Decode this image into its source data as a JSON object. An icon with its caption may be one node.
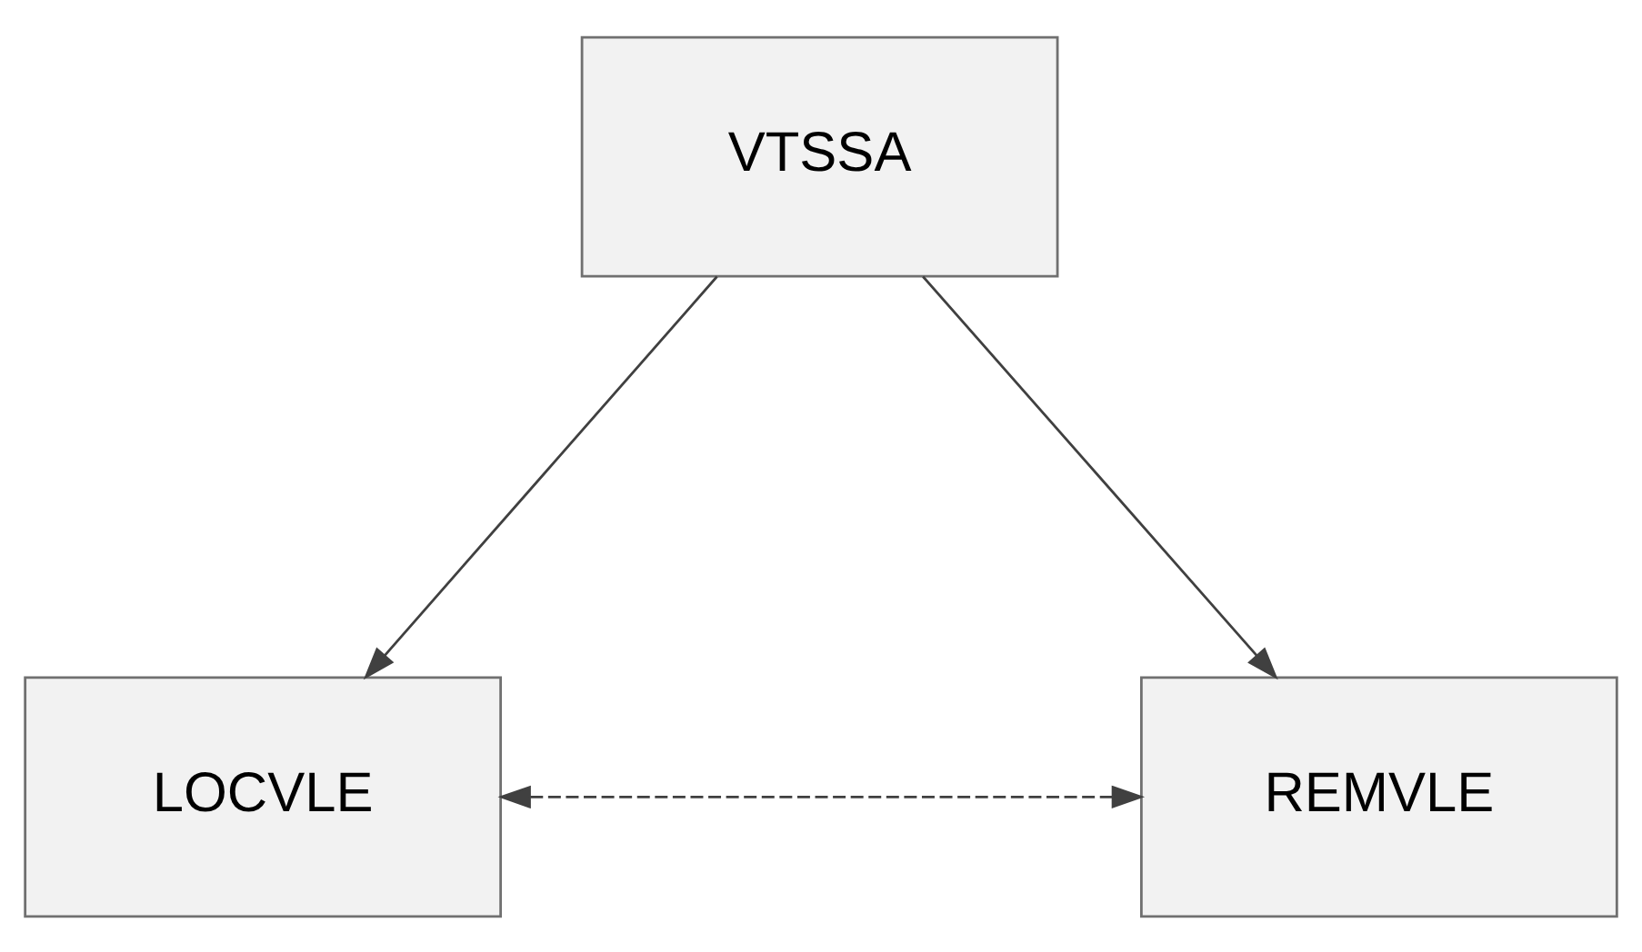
{
  "diagram": {
    "nodes": [
      {
        "text": [
          "VTSSA"
        ]
      },
      {
        "text": [
          "LOCVLE"
        ]
      },
      {
        "text": [
          "REMVLE"
        ]
      }
    ],
    "edges": [
      {
        "from": 0,
        "to": 1,
        "arrow": "to"
      },
      {
        "from": 0,
        "to": 2,
        "arrow": "to"
      },
      {
        "from": 1,
        "to": 2,
        "arrow": "both",
        "style": "dashed"
      }
    ]
  }
}
